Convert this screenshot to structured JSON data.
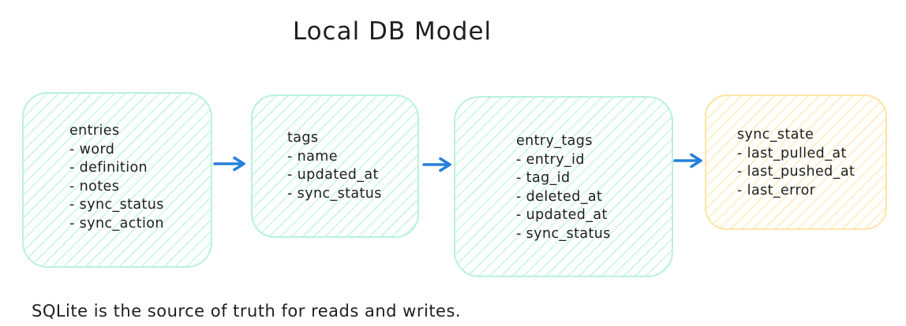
{
  "title": "Local DB Model",
  "caption": "SQLite is the source of truth for reads and writes.",
  "colors": {
    "teal_border": "#b9f1dc",
    "teal_hatch": "#d6f8ec",
    "yellow_border": "#ffe5a6",
    "yellow_hatch": "#fdf2d0",
    "arrow": "#2680d9",
    "text": "#1e1e1e"
  },
  "tables": [
    {
      "name": "entries",
      "fields": [
        "- word",
        "- definition",
        "- notes",
        "- sync_status",
        "- sync_action"
      ]
    },
    {
      "name": "tags",
      "fields": [
        "- name",
        "- updated_at",
        "- sync_status"
      ]
    },
    {
      "name": "entry_tags",
      "fields": [
        "- entry_id",
        "- tag_id",
        "- deleted_at",
        "- updated_at",
        "- sync_status"
      ]
    },
    {
      "name": "sync_state",
      "fields": [
        "- last_pulled_at",
        "- last_pushed_at",
        "- last_error"
      ]
    }
  ]
}
